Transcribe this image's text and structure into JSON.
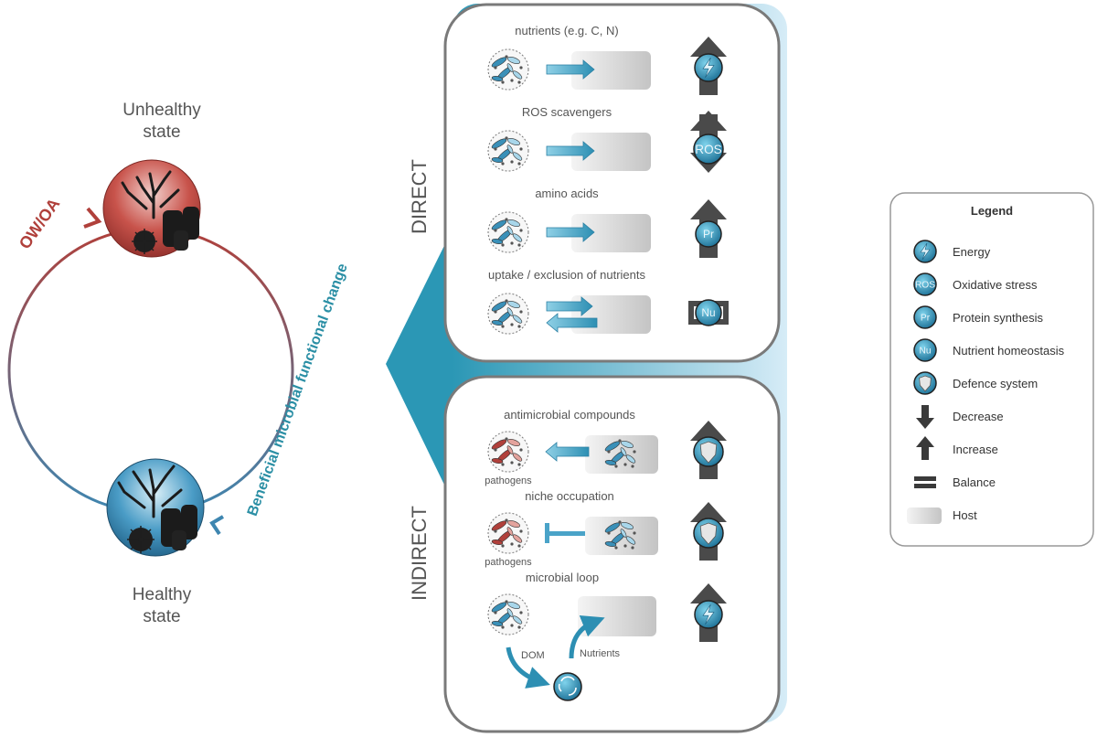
{
  "cycle": {
    "unhealthy_line1": "Unhealthy",
    "unhealthy_line2": "state",
    "healthy_line1": "Healthy",
    "healthy_line2": "state",
    "stressor": "OW/OA",
    "change": "Beneficial microbial functional change",
    "colors": {
      "red": "#b0403b",
      "blue": "#3e86b0",
      "teal": "#2b8fa5"
    }
  },
  "direct": {
    "label": "DIRECT",
    "rows": [
      {
        "title": "nutrients  (e.g. C, N)",
        "effect": "Energy"
      },
      {
        "title": "ROS scavengers",
        "effect": "Oxidative stress",
        "badge": "ROS"
      },
      {
        "title": "amino acids",
        "effect": "Protein synthesis",
        "badge": "Pr"
      },
      {
        "title": "uptake / exclusion of nutrients",
        "effect": "Nutrient homeostasis",
        "badge": "Nu"
      }
    ]
  },
  "indirect": {
    "label": "INDIRECT",
    "rows": [
      {
        "title": "antimicrobial compounds",
        "sub": "pathogens"
      },
      {
        "title": "niche occupation",
        "sub": "pathogens"
      },
      {
        "title": "microbial loop",
        "dom": "DOM",
        "nutrients": "Nutrients"
      }
    ]
  },
  "legend": {
    "title": "Legend",
    "items": [
      {
        "label": "Energy",
        "icon": "energy-icon"
      },
      {
        "label": "Oxidative stress",
        "icon": "ros-icon",
        "badge": "ROS"
      },
      {
        "label": "Protein synthesis",
        "icon": "protein-icon",
        "badge": "Pr"
      },
      {
        "label": "Nutrient homeostasis",
        "icon": "nutrient-icon",
        "badge": "Nu"
      },
      {
        "label": "Defence system",
        "icon": "shield-icon"
      },
      {
        "label": "Decrease",
        "icon": "arrow-down-icon"
      },
      {
        "label": "Increase",
        "icon": "arrow-up-icon"
      },
      {
        "label": "Balance",
        "icon": "equals-icon"
      },
      {
        "label": "Host",
        "icon": "host-icon"
      }
    ]
  }
}
